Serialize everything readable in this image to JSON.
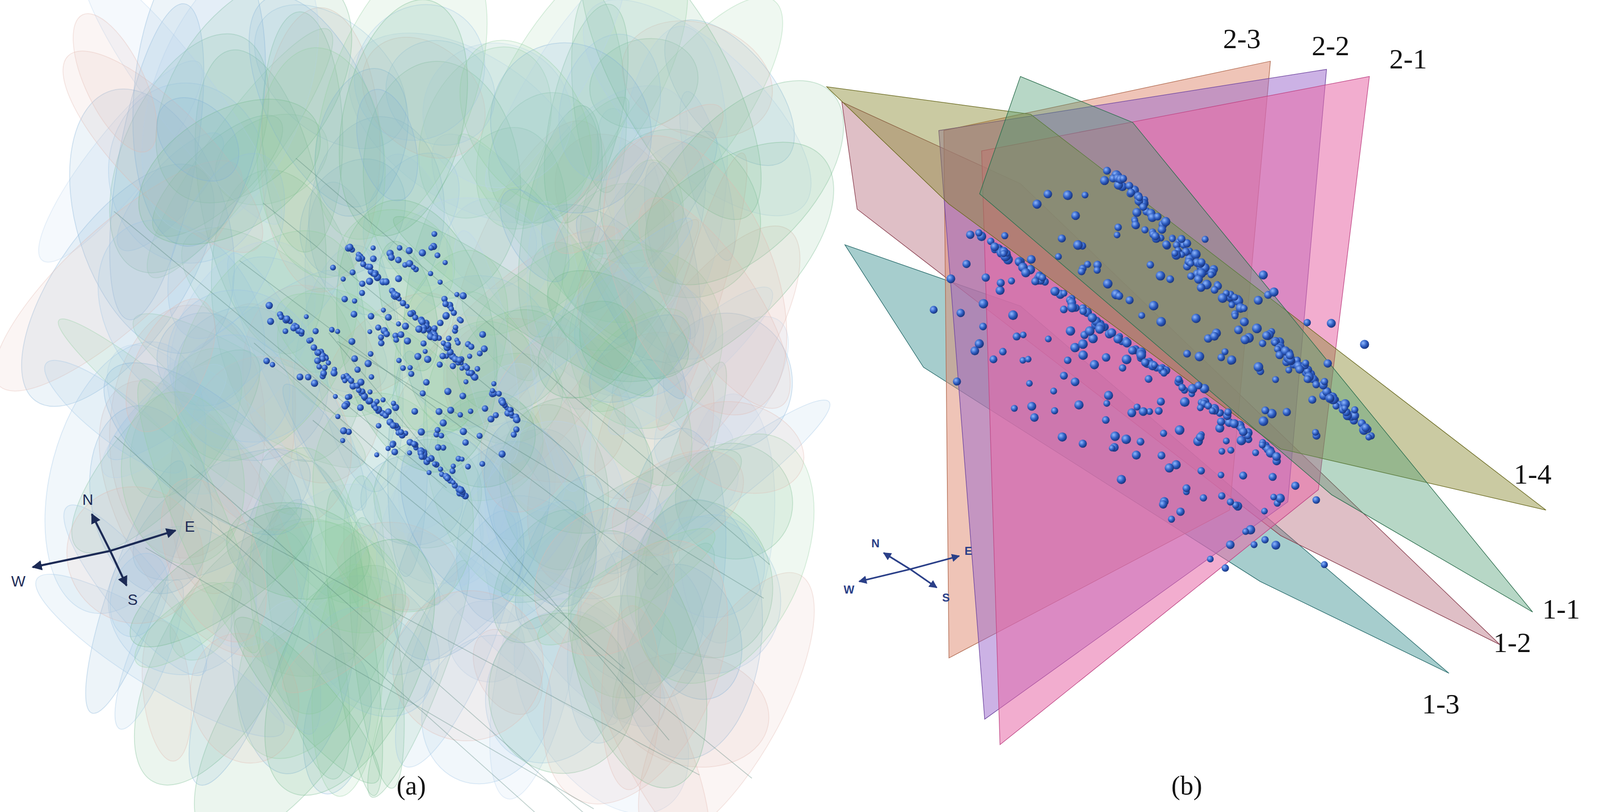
{
  "diagram": {
    "labels": [
      "2-3",
      "2-2",
      "2-1",
      "1-4",
      "N",
      "E",
      "W",
      "S",
      "N",
      "E",
      "W",
      "S",
      "1-1",
      "1-2",
      "1-3",
      "(a)",
      "(b)"
    ]
  }
}
